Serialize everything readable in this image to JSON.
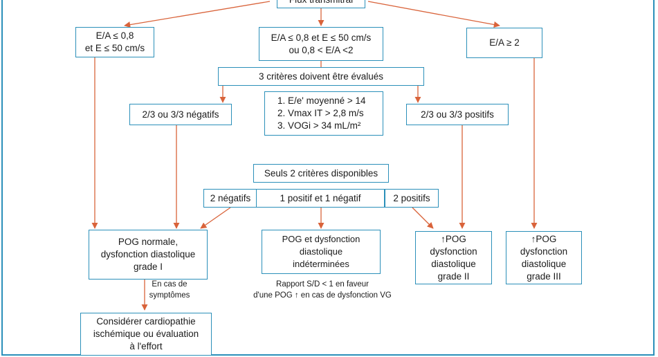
{
  "diagram": {
    "top": "Flux transmitral",
    "left_branch": "E/A ≤ 0,8\net E ≤ 50 cm/s",
    "middle_branch": "E/A ≤ 0,8 et E ≤ 50 cm/s\nou 0,8 < E/A <2",
    "right_branch": "E/A ≥ 2",
    "criteria_header": "3 critères doivent être évalués",
    "criteria_list": "1. E/e' moyenné > 14\n2. Vmax IT > 2,8 m/s\n3. VOGi > 34 mL/m²",
    "negatives": "2/3 ou 3/3 négatifs",
    "positives": "2/3 ou 3/3 positifs",
    "only_two": "Seuls 2 critères disponibles",
    "two_negative": "2 négatifs",
    "one_each": "1 positif et 1 négatif",
    "two_positive": "2 positifs",
    "normal": "POG normale,\ndysfonction diastolique\ngrade I",
    "undetermined": "POG et dysfonction\ndiastolique\nindéterminées",
    "grade_two": "↑POG\ndysfonction\ndiastolique\ngrade II",
    "grade_three": "↑POG\ndysfonction\ndiastolique\ngrade III",
    "symptoms_note": "En cas de\nsymptômes",
    "ratio_note": "Rapport S/D < 1 en faveur\nd'une POG ↑ en cas de dysfonction VG",
    "consider": "Considérer cardiopathie\nischémique ou évaluation\nà l'effort"
  },
  "colors": {
    "box_border": "#2a8fb9",
    "arrow": "#d9633a",
    "frame": "#2a8fb9"
  }
}
